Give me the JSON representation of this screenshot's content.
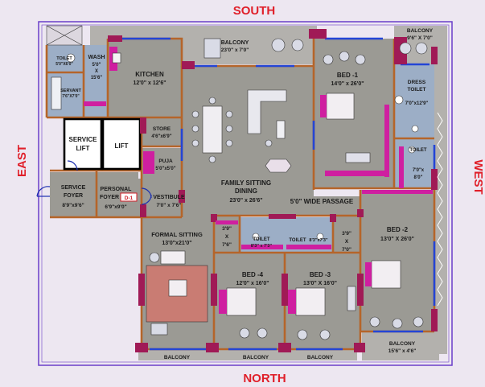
{
  "compass": {
    "south": "SOUTH",
    "north": "NORTH",
    "east": "EAST",
    "west": "WEST"
  },
  "rooms": {
    "balcony_top": {
      "name": "BALCONY",
      "size": "23'0\" x 7'0\""
    },
    "balcony_ne": {
      "name": "BALCONY",
      "size": "9'6\" X 7'0\""
    },
    "toilet_svc": {
      "name": "TOILET",
      "size": "5'0\"X6'0\""
    },
    "wash": {
      "name": "WASH",
      "size": "5'0\"",
      "size2": "X",
      "size3": "15'6\""
    },
    "servant": {
      "name": "SERVANT",
      "size": "7'6\"X7'0\""
    },
    "kitchen": {
      "name": "KITCHEN",
      "size": "12'0\" x 12'6\""
    },
    "store": {
      "name": "STORE",
      "size": "4'6\"x6'9\""
    },
    "service_lift": {
      "name": "SERVICE",
      "name2": "LIFT"
    },
    "lift": {
      "name": "LIFT"
    },
    "puja": {
      "name": "PUJA",
      "size": "5'0\"x5'0\""
    },
    "service_foyer": {
      "name": "SERVICE",
      "name2": "FOYER",
      "size": "8'9\"x9'6\""
    },
    "personal_foyer": {
      "name": "PERSONAL",
      "name2": "FOYER",
      "size": "6'9\"x9'0\"",
      "tag": "D-1"
    },
    "vestibule": {
      "name": "VESTIBULE",
      "size": "7'0\" x 7'6\""
    },
    "family_sitting": {
      "name": "FAMILY SITTING",
      "name2": "DINING",
      "size": "23'0\" x 26'6\""
    },
    "wide_passage": {
      "name": "5'0\" WIDE PASSAGE"
    },
    "bed1": {
      "name": "BED -1",
      "size": "14'0\" x 26'0\""
    },
    "dress": {
      "name": "DRESS",
      "name2": "TOILET",
      "size": "7'0\"x12'9\""
    },
    "toilet_small": {
      "name": "TOILET",
      "size": "7'0\"x",
      "size2": "8'0\""
    },
    "bed2": {
      "name": "BED -2",
      "size": "13'0\" X 26'0\""
    },
    "formal_sitting": {
      "name": "FORMAL SITTING",
      "size": "13'0\"x21'0\""
    },
    "passage_left": {
      "l1": "3'9\"",
      "l2": "X",
      "l3": "7'6\""
    },
    "passage_right": {
      "l1": "3'9\"",
      "l2": "X",
      "l3": "7'0\""
    },
    "toilet_b4": {
      "name": "TOILET",
      "size": "8'3\" x 7'3\""
    },
    "toilet_b3": {
      "name": "TOILET",
      "size": "8'3\"x7'3\""
    },
    "bed4": {
      "name": "BED -4",
      "size": "12'0\" x 16'0\""
    },
    "bed3": {
      "name": "BED -3",
      "size": "13'0\" X 16'0\""
    },
    "balcony_b1": {
      "name": "BALCONY"
    },
    "balcony_b2": {
      "name": "BALCONY"
    },
    "balcony_b3": {
      "name": "BALCONY"
    },
    "balcony_se": {
      "name": "BALCONY",
      "size": "15'6\" x 4'6\""
    }
  },
  "colors": {
    "background": "#ede7f1",
    "balcony": "#b3b1ad",
    "room_gray": "#9b9a94",
    "room_blue": "#9caec6",
    "wall": "#b5652a",
    "column": "#a01a56",
    "window": "#2445d6",
    "fixture": "#cf1fa0",
    "compass": "#e0202a"
  }
}
